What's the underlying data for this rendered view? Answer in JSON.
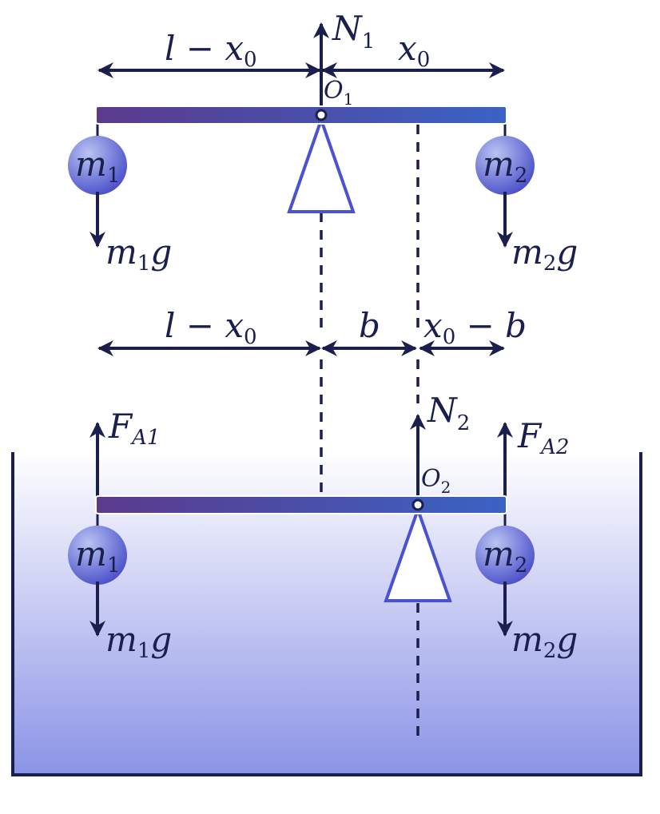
{
  "top": {
    "left_length": {
      "a": "l",
      "minus": " − ",
      "b": "x",
      "b_sub": "0"
    },
    "right_length": {
      "a": "x",
      "a_sub": "0"
    },
    "normal_force": {
      "a": "N",
      "a_sub": "1"
    },
    "pivot": {
      "a": "O",
      "a_sub": "1"
    },
    "mass_left": {
      "a": "m",
      "a_sub": "1"
    },
    "mass_right": {
      "a": "m",
      "a_sub": "2"
    },
    "weight_left": {
      "a": "m",
      "a_sub": "1",
      "b": "g"
    },
    "weight_right": {
      "a": "m",
      "a_sub": "2",
      "b": "g"
    }
  },
  "middle": {
    "left_length": {
      "a": "l",
      "minus": " − ",
      "b": "x",
      "b_sub": "0"
    },
    "mid_length": {
      "a": "b"
    },
    "right_length": {
      "a": "x",
      "a_sub": "0",
      "minus": " − ",
      "b": "b"
    }
  },
  "bottom": {
    "normal_force": {
      "a": "N",
      "a_sub": "2"
    },
    "pivot": {
      "a": "O",
      "a_sub": "2"
    },
    "buoyancy_left": {
      "a": "F",
      "a_sub": "A1"
    },
    "buoyancy_right": {
      "a": "F",
      "a_sub": "A2"
    },
    "mass_left": {
      "a": "m",
      "a_sub": "1"
    },
    "mass_right": {
      "a": "m",
      "a_sub": "2"
    },
    "weight_left": {
      "a": "m",
      "a_sub": "1",
      "b": "g"
    },
    "weight_right": {
      "a": "m",
      "a_sub": "2",
      "b": "g"
    }
  },
  "colors": {
    "ink": "#1a1f4e",
    "rod_start": "#5b3a8c",
    "rod_end": "#3a63c4",
    "ball_light": "#b9c4f2",
    "ball_dark": "#4a4fc9",
    "water_top": "#ffffff",
    "water_bottom": "#8b93e6",
    "support": "#4a52d0"
  }
}
